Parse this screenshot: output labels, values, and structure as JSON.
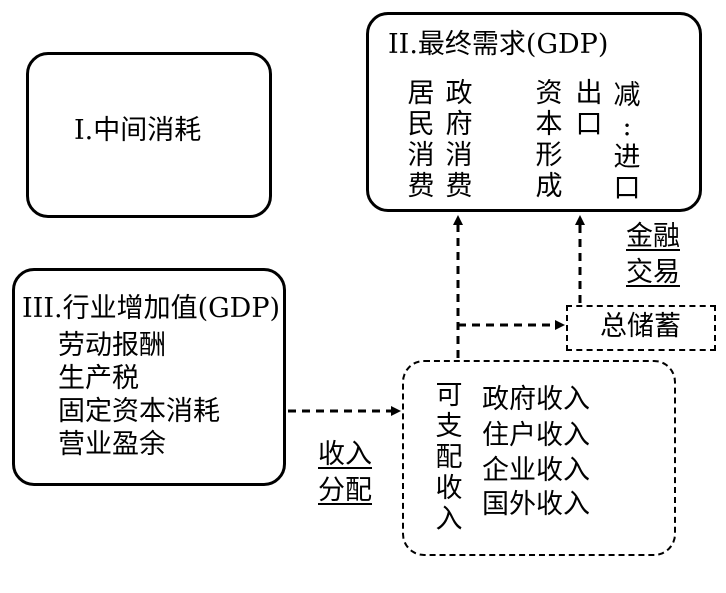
{
  "box_intermediate": {
    "title": "I.中间消耗"
  },
  "box_final_demand": {
    "title": "II.最终需求(GDP)",
    "columns": {
      "household": [
        "居",
        "民",
        "消",
        "费"
      ],
      "government": [
        "政",
        "府",
        "消",
        "费"
      ],
      "capital": [
        "资",
        "本",
        "形",
        "成"
      ],
      "export": [
        "出",
        "口"
      ],
      "minus_import": [
        "减",
        ":",
        "进",
        "口"
      ]
    }
  },
  "box_value_added": {
    "title": "III.行业增加值(GDP)",
    "items": [
      "劳动报酬",
      "生产税",
      "固定资本消耗",
      "营业盈余"
    ]
  },
  "box_disposable_income": {
    "vertical_label": [
      "可",
      "支",
      "配",
      "收",
      "入"
    ],
    "items": [
      "政府收入",
      "住户收入",
      "企业收入",
      "国外收入"
    ]
  },
  "box_savings": {
    "label": "总储蓄"
  },
  "labels": {
    "income_distribution": [
      "收入",
      "分配"
    ],
    "financial_transactions": [
      "金融",
      "交易"
    ]
  }
}
